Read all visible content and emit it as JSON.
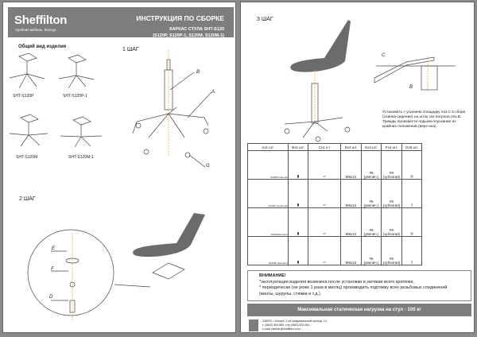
{
  "header": {
    "logo": "Sheffilton",
    "slogan": "Удобная мебель. Всегда.",
    "title": "ИНСТРУКЦИЯ ПО СБОРКЕ",
    "subtitle": "КАРКАС СТУЛА SHT-S120",
    "models": "(S120P, S120P-1, S120M, S120M-1)"
  },
  "overview": {
    "title": "Общий вид изделия",
    "items": [
      "SHT-S120P",
      "SHT-S120P-1",
      "SHT-S120M",
      "SHT-S120M-1"
    ]
  },
  "steps": {
    "step1": "1 ШАГ",
    "step2": "2 ШАГ",
    "step3": "3 ШАГ"
  },
  "labels": {
    "A": "A",
    "B": "B",
    "G": "G",
    "C": "C",
    "B2": "B",
    "E": "E",
    "F": "F",
    "D": "D"
  },
  "instruction": "Установить с усилием площадку поз.С в сборе (спинка-сидение) на шток газ-патрона поз.В. Трижды произвести подьем-опускание из крайних положений (верх-низ).",
  "parts_table": {
    "headers": [
      "Ax1 шт.",
      "Bx1 шт.",
      "Cx1 к-т",
      "Dx4 шт.",
      "Ex4 шт.",
      "Fx4 шт.",
      "Gx5 шт."
    ],
    "rows": [
      {
        "base": "S120P(пластик)",
        "bolt": "M6x12",
        "washer": "#6 (увелич.)",
        "lock": "#6 (зубчатая)"
      },
      {
        "base": "S120P-1(пластик)",
        "bolt": "M6x12",
        "washer": "#6 (увелич.)",
        "lock": "#6 (зубчатая)"
      },
      {
        "base": "S120M(металл)",
        "bolt": "M6x12",
        "washer": "#6 (увелич.)",
        "lock": "#6 (зубчатая)"
      },
      {
        "base": "S120M-1(металл)",
        "bolt": "M6x12",
        "washer": "#6 (увелич.)",
        "lock": "#6 (зубчатая)"
      }
    ]
  },
  "attention": {
    "title": "ВНИМАНИЕ!",
    "line1": "*эксплуатация изделия возможна после установки и затяжки всего крепежа;",
    "line2": "* периодически (не реже 1 раза в месяц) производить подтяжку всех резьбовых соединений (винты, шурупы, стяжки и т.д.)."
  },
  "load": "Максимальная статическая нагрузка на стул - 100 кг",
  "footer": {
    "address": "248033, г. Калуга, 2-ой Академический проезд, 13,",
    "phone": "т. (4842) 500-580, т/ф (4842) 500-581,",
    "email": "e-mail: partner@sheffilton.com"
  },
  "colors": {
    "header_bg": "#7d7d7d",
    "seat": "#6b6b6b",
    "guide": "#f0a040"
  }
}
